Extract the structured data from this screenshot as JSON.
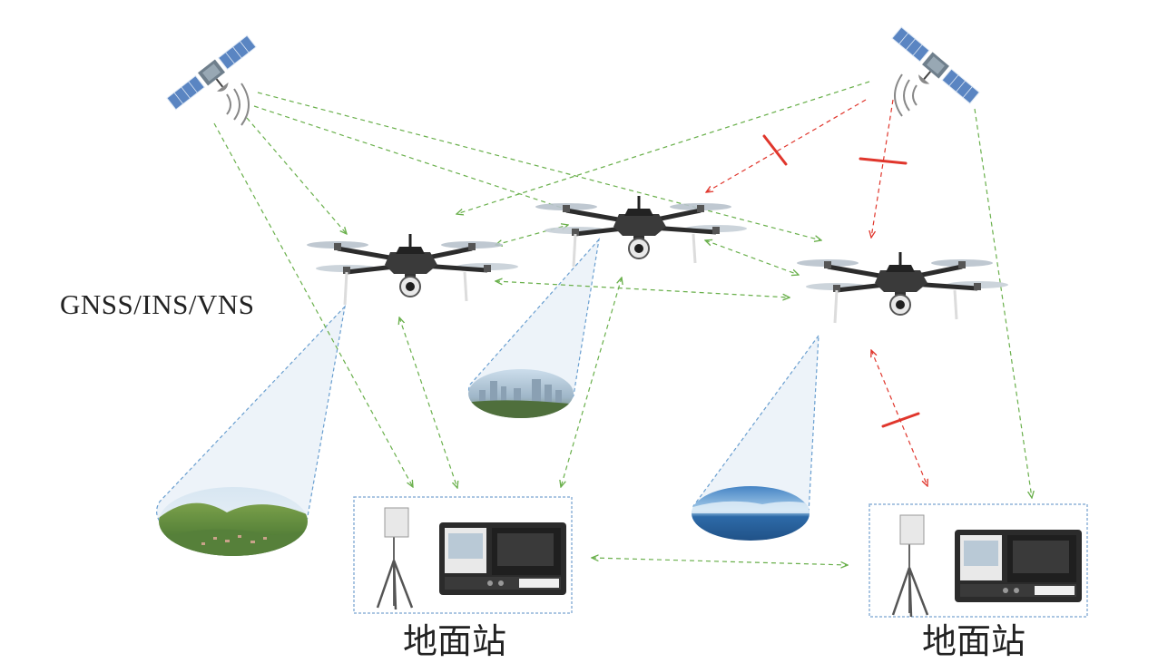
{
  "labels": {
    "navigation": "GNSS/INS/VNS",
    "ground_station_1": "地面站",
    "ground_station_2": "地面站"
  },
  "colors": {
    "link_normal": "#6ab04c",
    "link_denied": "#e0362c",
    "camera_fov": "#6a9fd0",
    "station_border": "#8fb3d9"
  }
}
